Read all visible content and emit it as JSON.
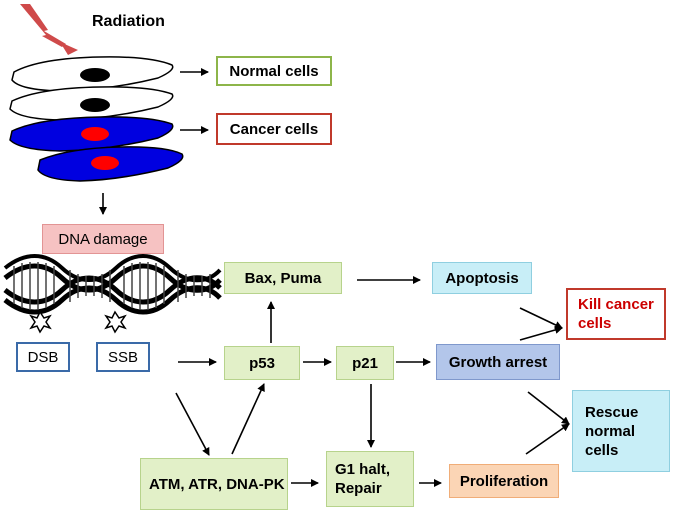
{
  "radiation_label": "Radiation",
  "normal_cells": "Normal cells",
  "cancer_cells": "Cancer cells",
  "dna_damage": "DNA damage",
  "dsb": "DSB",
  "ssb": "SSB",
  "bax_puma": "Bax, Puma",
  "apoptosis": "Apoptosis",
  "kill_cancer": "Kill cancer cells",
  "p53": "p53",
  "p21": "p21",
  "growth_arrest": "Growth arrest",
  "rescue": "Rescue normal cells",
  "atm": "ATM, ATR, DNA-PK",
  "g1_halt": "G1 halt, Repair",
  "proliferation": "Proliferation",
  "colors": {
    "normal_cell": "#ffffff",
    "cancer_cell": "#0000e0",
    "normal_nucleus": "#000000",
    "cancer_nucleus": "#ff0000",
    "lightning": "#c84040"
  }
}
